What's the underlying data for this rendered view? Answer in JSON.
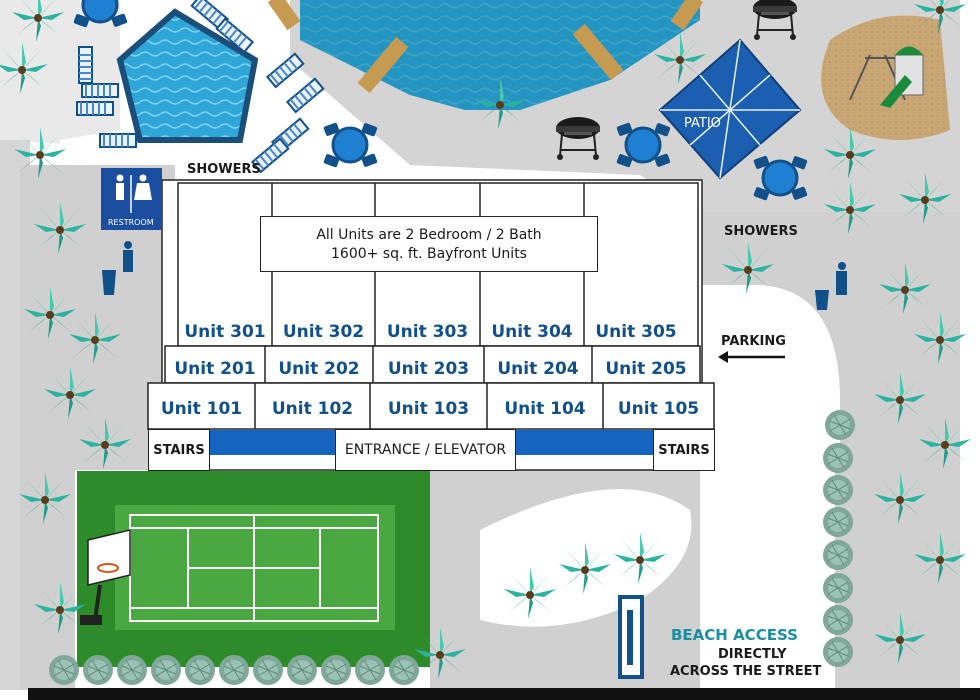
{
  "title": {
    "line1": "All Units are 2 Bedroom / 2 Bath",
    "line2": "1600+ sq. ft. Bayfront Units"
  },
  "floor3": [
    "Unit 301",
    "Unit 302",
    "Unit 303",
    "Unit 304",
    "Unit 305"
  ],
  "floor2": [
    "Unit 201",
    "Unit 202",
    "Unit 203",
    "Unit 204",
    "Unit 205"
  ],
  "floor1": [
    "Unit 101",
    "Unit 102",
    "Unit 103",
    "Unit 104",
    "Unit 105"
  ],
  "labels": {
    "showers_left": "SHOWERS",
    "showers_right": "SHOWERS",
    "restroom": "RESTROOM",
    "patio": "PATIO",
    "parking": "PARKING",
    "stairs_left": "STAIRS",
    "stairs_right": "STAIRS",
    "entrance": "ENTRANCE / ELEVATOR",
    "beach_line1": "BEACH ACCESS",
    "beach_line2": "DIRECTLY",
    "beach_line3": "ACROSS THE STREET"
  },
  "colors": {
    "pool": "#2fa6d8",
    "bay": "#1e8ab4",
    "lawn": "#2e8b2a",
    "court": "#4aa842",
    "navy": "#12508a",
    "path": "#c9c9c9",
    "palm": "#2bb3a0",
    "sand": "#c8a774"
  },
  "icons": [
    "restroom-icon",
    "trash-can-icon",
    "grill-icon",
    "patio-table-icon",
    "lounge-chair-icon",
    "palm-tree-icon",
    "playground-icon",
    "basketball-hoop-icon",
    "shrub-icon",
    "arrow-left-icon"
  ]
}
